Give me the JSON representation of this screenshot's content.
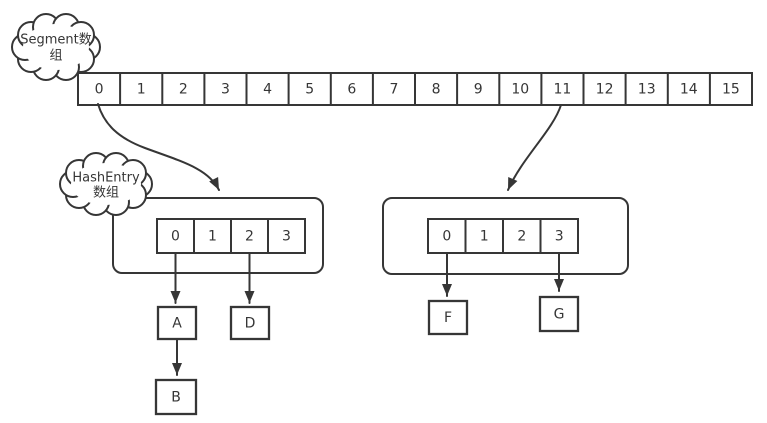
{
  "colors": {
    "stroke": "#363636",
    "background": "#ffffff"
  },
  "segment_cloud": {
    "line1": "Segment数",
    "line2": "组"
  },
  "hashentry_cloud": {
    "line1": "HashEntry",
    "line2": "数组"
  },
  "segment_array": {
    "cells": [
      "0",
      "1",
      "2",
      "3",
      "4",
      "5",
      "6",
      "7",
      "8",
      "9",
      "10",
      "11",
      "12",
      "13",
      "14",
      "15"
    ]
  },
  "left_bucket": {
    "cells": [
      "0",
      "1",
      "2",
      "3"
    ]
  },
  "right_bucket": {
    "cells": [
      "0",
      "1",
      "2",
      "3"
    ]
  },
  "nodes": {
    "a": "A",
    "b": "B",
    "d": "D",
    "f": "F",
    "g": "G"
  }
}
